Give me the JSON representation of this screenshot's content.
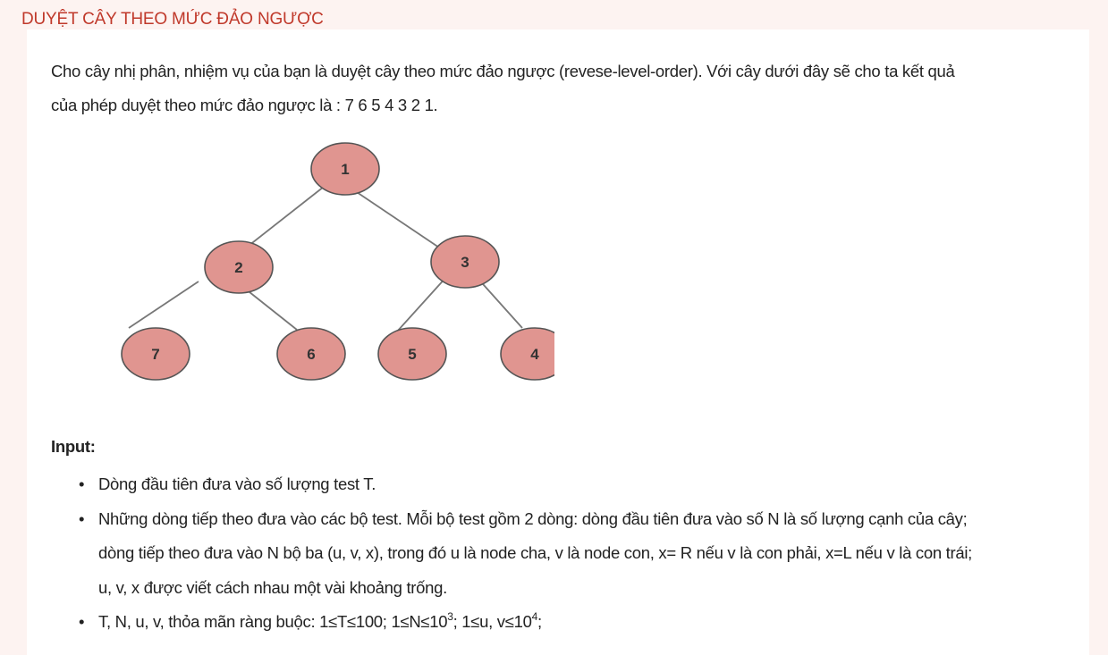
{
  "title": "DUYỆT CÂY THEO MỨC ĐẢO NGƯỢC",
  "intro_line1": "Cho cây nhị phân, nhiệm vụ của bạn là duyệt cây theo mức đảo ngược (revese-level-order). Với cây dưới đây sẽ cho ta kết quả",
  "intro_line2": "của phép duyệt theo mức đảo ngược là : 7 6 5 4 3 2 1.",
  "tree": {
    "nodes": [
      "1",
      "2",
      "3",
      "7",
      "6",
      "5",
      "4"
    ],
    "node_fill": "#e09590",
    "node_stroke": "#555555",
    "edge_color": "#777777"
  },
  "input_label": "Input:",
  "bullets": {
    "b1": "Dòng đầu tiên đưa vào số lượng test T.",
    "b2_line1": "Những dòng tiếp theo đưa vào các bộ test. Mỗi bộ test gồm 2 dòng: dòng đầu tiên đưa vào số N là số lượng cạnh của cây;",
    "b2_line2": "dòng tiếp theo đưa vào N bộ ba (u, v, x), trong đó u là node cha, v là node con, x= R nếu v là con phải, x=L nếu v là con trái;",
    "b2_line3": "u, v, x được viết cách nhau một vài khoảng trống.",
    "b3_text1": "T, N, u, v, thỏa mãn ràng buộc: 1≤T≤100; 1≤N≤10",
    "b3_sup1": "3",
    "b3_text2": "; 1≤u, v≤10",
    "b3_sup2": "4",
    "b3_text3": ";"
  },
  "bullet_char": "•",
  "colors": {
    "title": "#c0392b",
    "background": "#fdf3f1",
    "text": "#222222"
  }
}
